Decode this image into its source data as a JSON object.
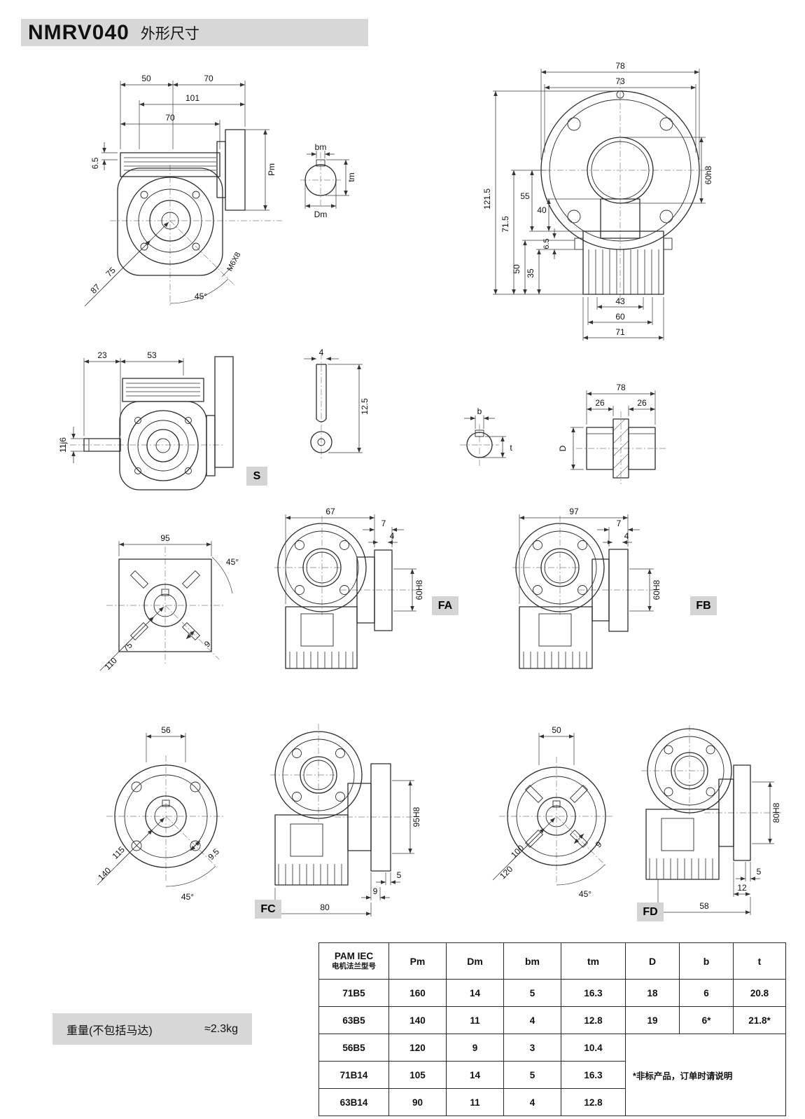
{
  "header": {
    "model": "NMRV040",
    "subtitle": "外形尺寸"
  },
  "badges": {
    "s": "S",
    "fa": "FA",
    "fb": "FB",
    "fc": "FC",
    "fd": "FD"
  },
  "front": {
    "d50": "50",
    "d70a": "70",
    "d101": "101",
    "d70b": "70",
    "d65": "6.5",
    "pm": "Pm",
    "d75": "75",
    "d87": "87",
    "a45": "45°",
    "m6x8": "M6X8"
  },
  "bore": {
    "bm": "bm",
    "tm": "tm",
    "dm": "Dm"
  },
  "side": {
    "d78": "78",
    "d73": "73",
    "d1215": "121.5",
    "d715": "71.5",
    "d55": "55",
    "d40": "40",
    "d50": "50",
    "d35": "35",
    "d65": "6.5",
    "d60h8": "60h8",
    "d43": "43",
    "d60": "60",
    "d71": "71"
  },
  "sv": {
    "d23": "23",
    "d53": "53",
    "d11j6": "11j6"
  },
  "key": {
    "d4": "4",
    "d125": "12.5"
  },
  "sec": {
    "b": "b",
    "t": "t",
    "d78": "78",
    "d26a": "26",
    "d26b": "26",
    "dd": "D"
  },
  "sq": {
    "d95": "95",
    "a45": "45°",
    "d75": "75",
    "d110": "110",
    "d9": "9"
  },
  "fa": {
    "d67": "67",
    "d7": "7",
    "d4": "4",
    "d60": "60H8"
  },
  "fb": {
    "d97": "97",
    "d7": "7",
    "d4": "4",
    "d60": "60H8"
  },
  "fcf": {
    "d56": "56",
    "d115": "115",
    "d140": "140",
    "d95": "9.5",
    "a45": "45°"
  },
  "fcs": {
    "d95h8": "95H8",
    "d5": "5",
    "d9": "9",
    "d80": "80"
  },
  "fdf": {
    "d50": "50",
    "d100": "100",
    "d120": "120",
    "d9": "9",
    "a45": "45°"
  },
  "fds": {
    "d80h8": "80H8",
    "d5": "5",
    "d12": "12",
    "d58": "58"
  },
  "weight": {
    "label": "重量(不包括马达)",
    "value": "≈2.3kg"
  },
  "table": {
    "header": {
      "title1": "PAM IEC",
      "title2": "电机法兰型号",
      "pm": "Pm",
      "dm": "Dm",
      "bm": "bm",
      "tm": "tm",
      "d": "D",
      "b": "b",
      "t": "t"
    },
    "r0": {
      "name": "71B5",
      "pm": "160",
      "dm": "14",
      "bm": "5",
      "tm": "16.3",
      "d": "18",
      "b": "6",
      "t": "20.8"
    },
    "r1": {
      "name": "63B5",
      "pm": "140",
      "dm": "11",
      "bm": "4",
      "tm": "12.8",
      "d": "19",
      "b": "6*",
      "t": "21.8*"
    },
    "r2": {
      "name": "56B5",
      "pm": "120",
      "dm": "9",
      "bm": "3",
      "tm": "10.4"
    },
    "r3": {
      "name": "71B14",
      "pm": "105",
      "dm": "14",
      "bm": "5",
      "tm": "16.3"
    },
    "r4": {
      "name": "63B14",
      "pm": "90",
      "dm": "11",
      "bm": "4",
      "tm": "12.8"
    },
    "note": "*非标产品，订单时请说明"
  }
}
